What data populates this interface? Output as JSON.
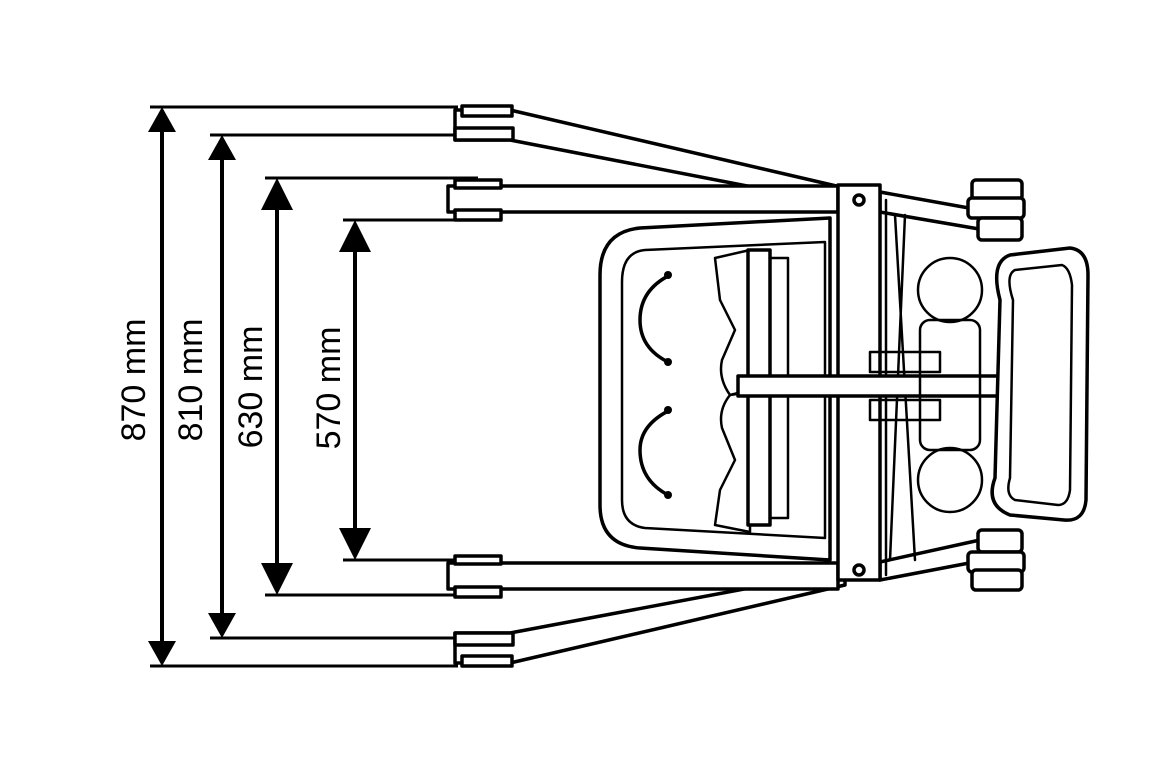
{
  "dimensions": [
    {
      "id": "d870",
      "label": "870 mm"
    },
    {
      "id": "d810",
      "label": "810 mm"
    },
    {
      "id": "d630",
      "label": "630 mm"
    },
    {
      "id": "d570",
      "label": "570 mm"
    }
  ]
}
